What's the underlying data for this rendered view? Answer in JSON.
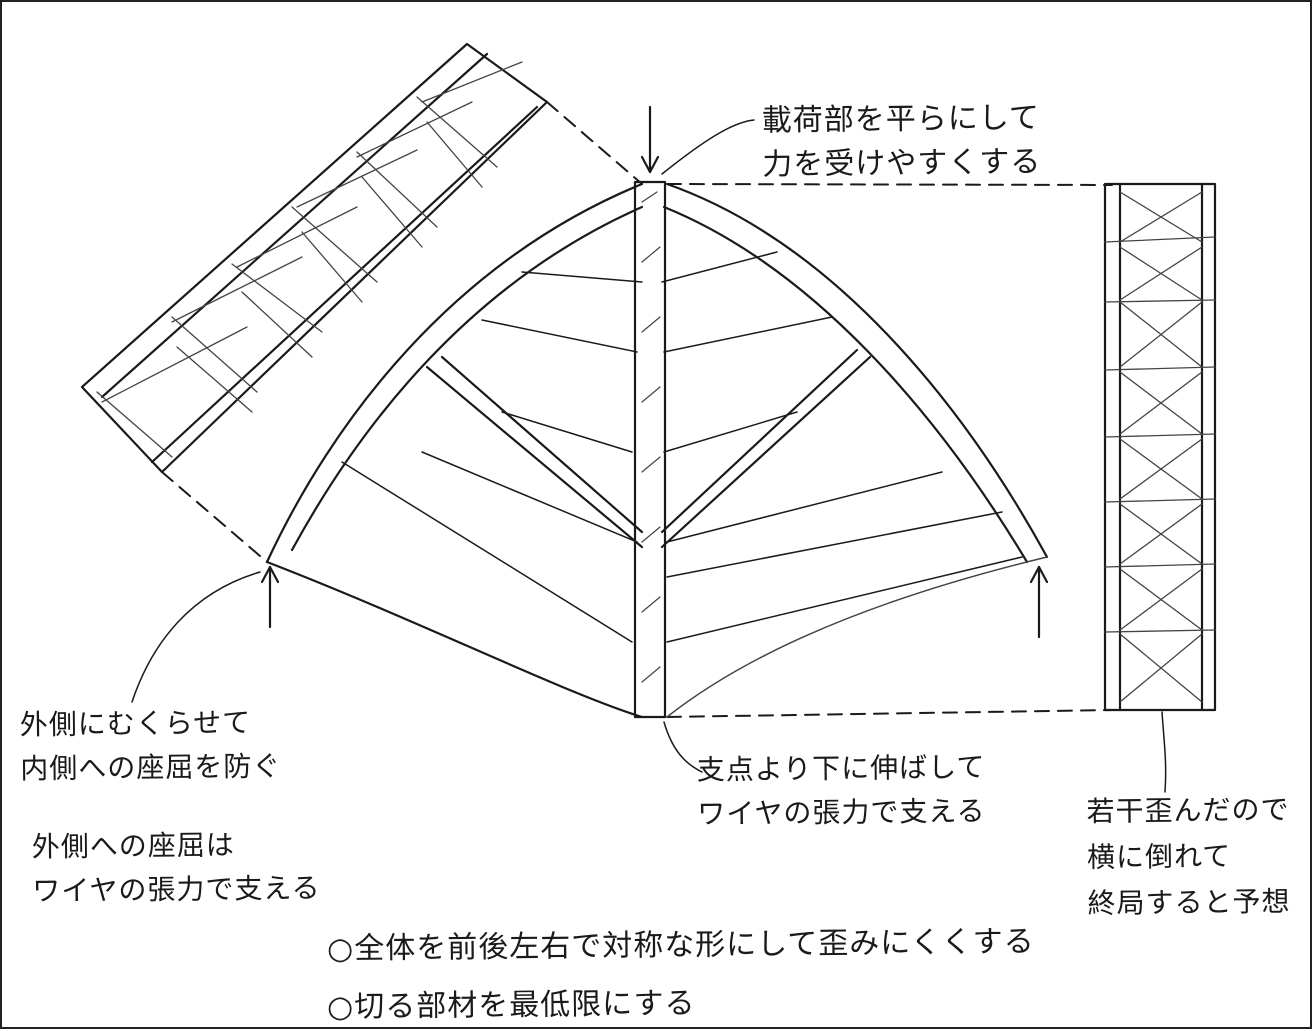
{
  "annotations": {
    "loading_point": [
      "載荷部を平らにして",
      "力を受けやすくする"
    ],
    "outward_camber": [
      "外側にむくらせて",
      "内側への座屈を防ぐ"
    ],
    "outward_buckling": [
      "外側への座屈は",
      "ワイヤの張力で支える"
    ],
    "below_support": [
      "支点より下に伸ばして",
      "ワイヤの張力で支える"
    ],
    "side_view": [
      "若干歪んだので",
      "横に倒れて",
      "終局すると予想"
    ],
    "bullet_symmetry": "○全体を前後左右で対称な形にして歪みにくくする",
    "bullet_minimum_cuts": "○切る部材を最低限にする"
  },
  "colors": {
    "ink": "#1a1a1a",
    "pencil": "#444444",
    "paper": "#ffffff"
  }
}
